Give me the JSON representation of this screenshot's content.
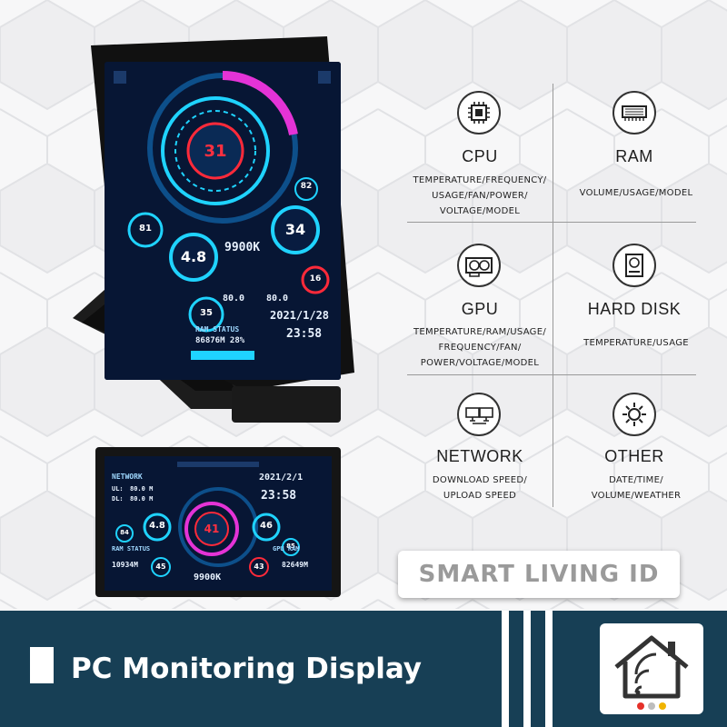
{
  "brand": {
    "name": "SMART LIVING ID"
  },
  "banner": {
    "title": "PC Monitoring Display",
    "bg_color": "#173f55"
  },
  "features": [
    {
      "id": "cpu",
      "icon": "cpu-chip-icon",
      "title": "CPU",
      "desc": [
        "TEMPERATURE/FREQUENCY/",
        "USAGE/FAN/POWER/",
        "VOLTAGE/MODEL"
      ]
    },
    {
      "id": "ram",
      "icon": "ram-module-icon",
      "title": "RAM",
      "desc": [
        "VOLUME/USAGE/MODEL"
      ]
    },
    {
      "id": "gpu",
      "icon": "graphics-card-icon",
      "title": "GPU",
      "desc": [
        "TEMPERATURE/RAM/USAGE/",
        "FREQUENCY/FAN/",
        "POWER/VOLTAGE/MODEL"
      ]
    },
    {
      "id": "disk",
      "icon": "hard-disk-icon",
      "title": "HARD DISK",
      "desc": [
        "TEMPERATURE/USAGE"
      ]
    },
    {
      "id": "network",
      "icon": "network-computers-icon",
      "title": "NETWORK",
      "desc": [
        "DOWNLOAD SPEED/",
        "UPLOAD SPEED"
      ]
    },
    {
      "id": "other",
      "icon": "sun-icon",
      "title": "OTHER",
      "desc": [
        "DATE/TIME/",
        "VOLUME/WEATHER"
      ]
    }
  ],
  "screen_portrait": {
    "center_temp": "31",
    "top_right": "82",
    "left_temp": "81",
    "cpu_gauge": "4.8",
    "gpu_gauge": "34",
    "model": "9900K",
    "freq_left": "80.0",
    "freq_right": "80.0",
    "gauge_small_left": "35",
    "gauge_small_right": "16",
    "date": "2021/1/28",
    "time": "23:58",
    "ram_label": "RAM STATUS",
    "ram_value": "86876M 28%"
  },
  "screen_landscape": {
    "network_label": "NETWORK",
    "ul_label": "UL:",
    "ul_value": "80.0 M",
    "dl_label": "DL:",
    "dl_value": "80.0 M",
    "date": "2021/2/1",
    "time": "23:58",
    "center_temp": "41",
    "cpu_gauge": "4.8",
    "gpu_gauge": "46",
    "left_small": "84",
    "right_small": "85",
    "ram_label": "RAM STATUS",
    "gpu_ram_label": "GPU RAM",
    "ram_value": "10934M",
    "gpu_ram_value": "82649M",
    "model": "9900K",
    "gauge_left": "45",
    "gauge_right": "43"
  },
  "colors": {
    "accent_cyan": "#1fd3ff",
    "accent_magenta": "#e433d6",
    "accent_red": "#ff2a3a"
  }
}
